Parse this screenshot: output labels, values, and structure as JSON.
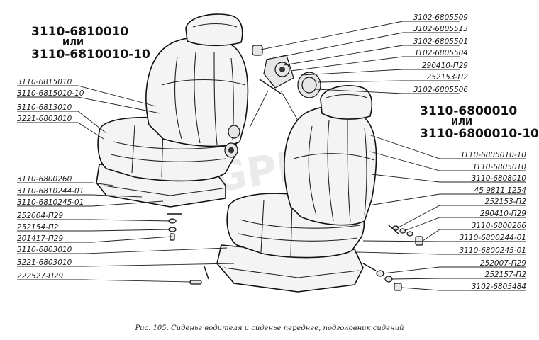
{
  "assemblies": {
    "driver": {
      "code": "3110-6810010",
      "or_word": "ИЛИ",
      "alt_code": "3110-6810010-10"
    },
    "front": {
      "code": "3110-6800010",
      "or_word": "ИЛИ",
      "alt_code": "3110-6800010-10"
    }
  },
  "watermark": "GPREM",
  "labels": [
    "3102-6805509",
    "3102-6805513",
    "3102-6805501",
    "3102-6805504",
    "290410-П29",
    "252153-П2",
    "3102-6805506",
    "3110-6815010",
    "3110-6815010-10",
    "3110-6813010",
    "3221-6803010",
    "3110-6805010-10",
    "3110-6805010",
    "3110-6808010",
    "3110-6800260",
    "3110-6810244-01",
    "3110-6810245-01",
    "45 9811 1254",
    "252004-П29",
    "252153-П2",
    "252154-П2",
    "290410-П29",
    "201417-П29",
    "3110-6800266",
    "3110-6803010",
    "3110-6800244-01",
    "3221-6803010",
    "3110-6800245-01",
    "222527-П29",
    "252007-П29",
    "252157-П2",
    "3102-6805484"
  ],
  "caption": "Рис. 105. Сиденье водителя и сиденье переднее, подголовник сидений",
  "colors": {
    "ink": "#111111",
    "paper": "#ffffff"
  }
}
